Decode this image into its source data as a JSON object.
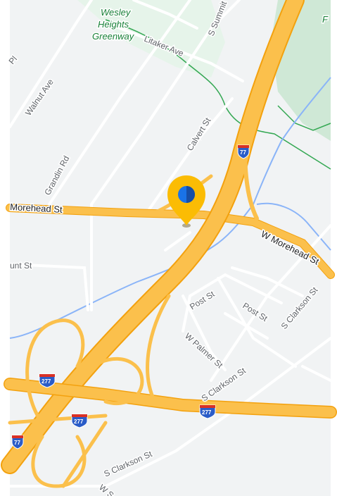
{
  "colors": {
    "land": "#f1f3f4",
    "park": "#e6f4ea",
    "park_path": "#34a853",
    "water": "#8ab4f8",
    "highway": "#fbc04c",
    "highway_edge": "#f3a10e",
    "street": "#ffffff",
    "street_edge": "#dadce0",
    "pin": "#fbbc04",
    "pin_dot": "#1a73e8",
    "shield_blue": "#2a5cc8",
    "shield_red": "#d93025"
  },
  "park_label": [
    "Wesley",
    "Heights",
    "Greenway"
  ],
  "top_right_label": "F",
  "streets": {
    "pl": "Pl",
    "walnut_ave": "Walnut Ave",
    "grandin_rd": "Grandin Rd",
    "litaker_ave": "Litaker Ave",
    "s_summit": "S Summit",
    "calvert_st": "Calvert St",
    "morehead_west_left": "Morehead St",
    "w_morehead_st": "W Morehead St",
    "unt_st": "unt St",
    "post_st_1": "Post St",
    "post_st_2": "Post St",
    "w_palmer_st": "W Palmer St",
    "s_clarkson_st_1": "S Clarkson St",
    "s_clarkson_st_2": "S Clarkson St",
    "s_clarkson_st_3": "S Clarkson St",
    "bottom_partial": "W S"
  },
  "shields": {
    "i77_top": "77",
    "i277_left": "277",
    "i277_mid": "277",
    "i277_right": "277",
    "i77_bottom": "77"
  },
  "marker": {
    "icon": "location-pin-icon"
  }
}
